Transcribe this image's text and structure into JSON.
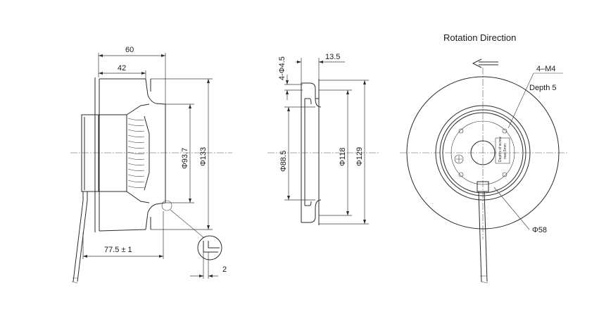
{
  "left_view": {
    "dim_60": "60",
    "dim_42": "42",
    "dim_93_7": "Φ93.7",
    "dim_133": "Φ133",
    "dim_77_5": "77.5 ± 1",
    "dim_2": "2"
  },
  "middle_view": {
    "dim_4_5": "4-Φ4.5",
    "dim_13_5": "13.5",
    "dim_88_5": "Φ88.5",
    "dim_118": "Φ118",
    "dim_129": "Φ129"
  },
  "right_view": {
    "title": "Rotation  Direction",
    "callout_m4": "4–M4",
    "callout_depth": "Depth 5",
    "callout_58": "Φ58",
    "label_line1": "Depths of screw",
    "label_line2": "max.5mm"
  },
  "colors": {
    "line": "#2a2a2a",
    "background": "#ffffff"
  }
}
